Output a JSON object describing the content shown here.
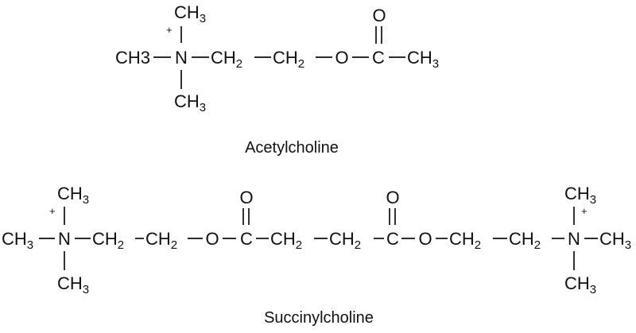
{
  "molecules": [
    {
      "name": "Acetylcholine",
      "chain": [
        "CH3",
        "N",
        "CH2",
        "CH2",
        "O",
        "C",
        "CH3"
      ],
      "n_substituents": [
        "CH3",
        "CH3"
      ],
      "carbonyl_oxygen": "O",
      "charge": "+"
    },
    {
      "name": "Succinylcholine",
      "chain": [
        "CH3",
        "N",
        "CH2",
        "CH2",
        "O",
        "C",
        "CH2",
        "CH2",
        "C",
        "O",
        "CH2",
        "CH2",
        "N",
        "CH3"
      ],
      "n_substituents": [
        "CH3",
        "CH3"
      ],
      "carbonyl_oxygen": "O",
      "charge": "+"
    }
  ]
}
